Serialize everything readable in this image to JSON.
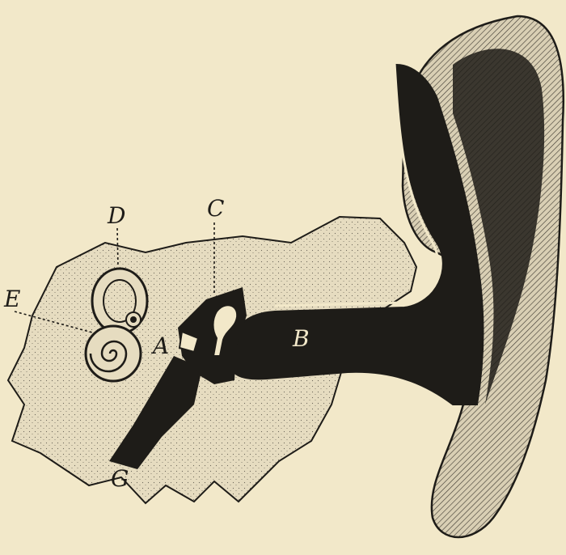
{
  "colors": {
    "paper": "#f2e8c9",
    "ink": "#1e1c18",
    "bone": "#e6dcc0",
    "auricle": "#d9cfb4"
  },
  "labels": {
    "a": "A",
    "b": "B",
    "c": "C",
    "d": "D",
    "e": "E",
    "g": "G"
  }
}
